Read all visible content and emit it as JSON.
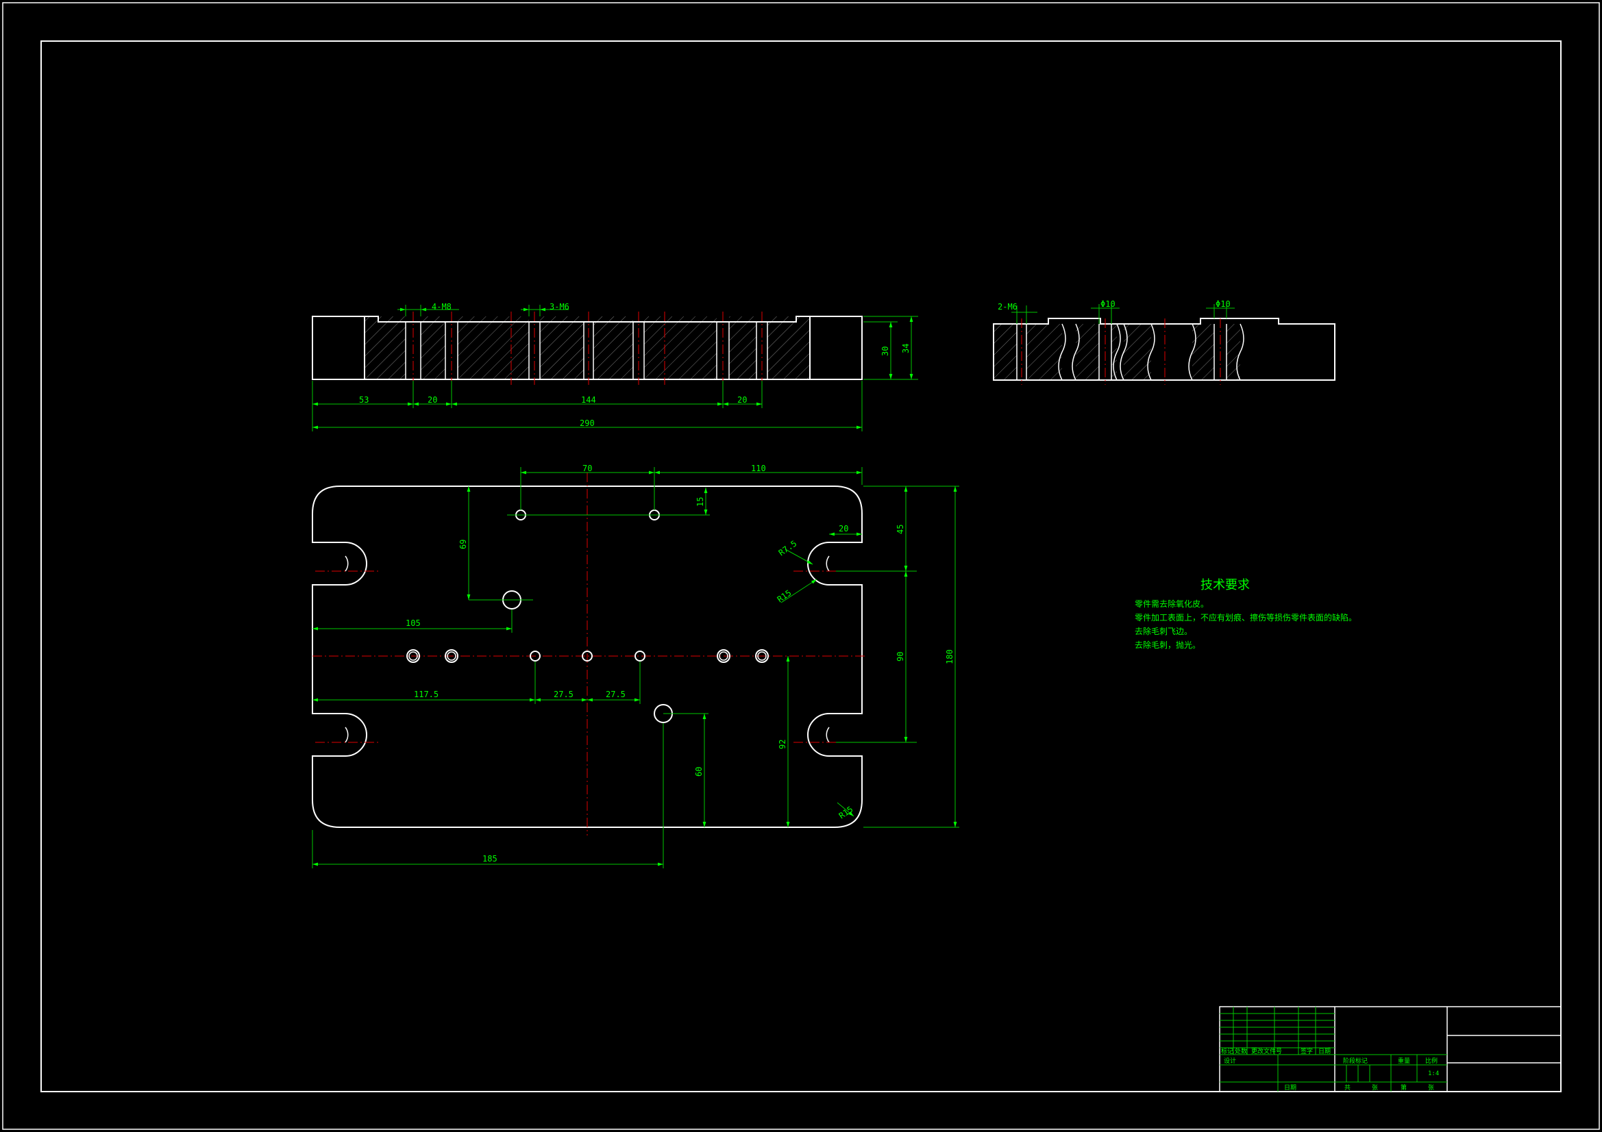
{
  "colors": {
    "background": "#000000",
    "outline": "#ffffff",
    "dimension": "#00ff00",
    "centerline": "#e00000"
  },
  "front_view": {
    "callouts": [
      "4-M8",
      "3-M6"
    ],
    "dims": [
      "53",
      "20",
      "144",
      "20",
      "290"
    ],
    "heights": [
      "30",
      "34"
    ]
  },
  "side_view": {
    "callouts": [
      "2-M6",
      "Φ10",
      "Φ10"
    ]
  },
  "top_view": {
    "dims_top": [
      "70",
      "110"
    ],
    "d15": "15",
    "d69": "69",
    "d105": "105",
    "d20": "20",
    "d45": "45",
    "d90": "90",
    "d180": "180",
    "d117_5": "117.5",
    "d27_5a": "27.5",
    "d27_5b": "27.5",
    "d60": "60",
    "d92": "92",
    "d185": "185",
    "r75": "R7.5",
    "r15a": "R15",
    "r15b": "R15"
  },
  "tech_requirements": {
    "title": "技术要求",
    "items": [
      "零件需去除氧化皮。",
      "零件加工表面上，不应有划痕、擦伤等损伤零件表面的缺陷。",
      "去除毛刺飞边。",
      "去除毛刺，抛光。"
    ]
  },
  "title_block": {
    "rev_headers": [
      "标记",
      "处数",
      "更改文件号",
      "签字",
      "日期"
    ],
    "row_design": "设计",
    "row_date": "日期",
    "stage_label": "阶段标记",
    "weight_label": "重量",
    "scale_label": "比例",
    "scale_value": "1:4",
    "sheet_total": "共",
    "sheet_label": "张",
    "sheet_no": "第",
    "sheet_label2": "张"
  }
}
